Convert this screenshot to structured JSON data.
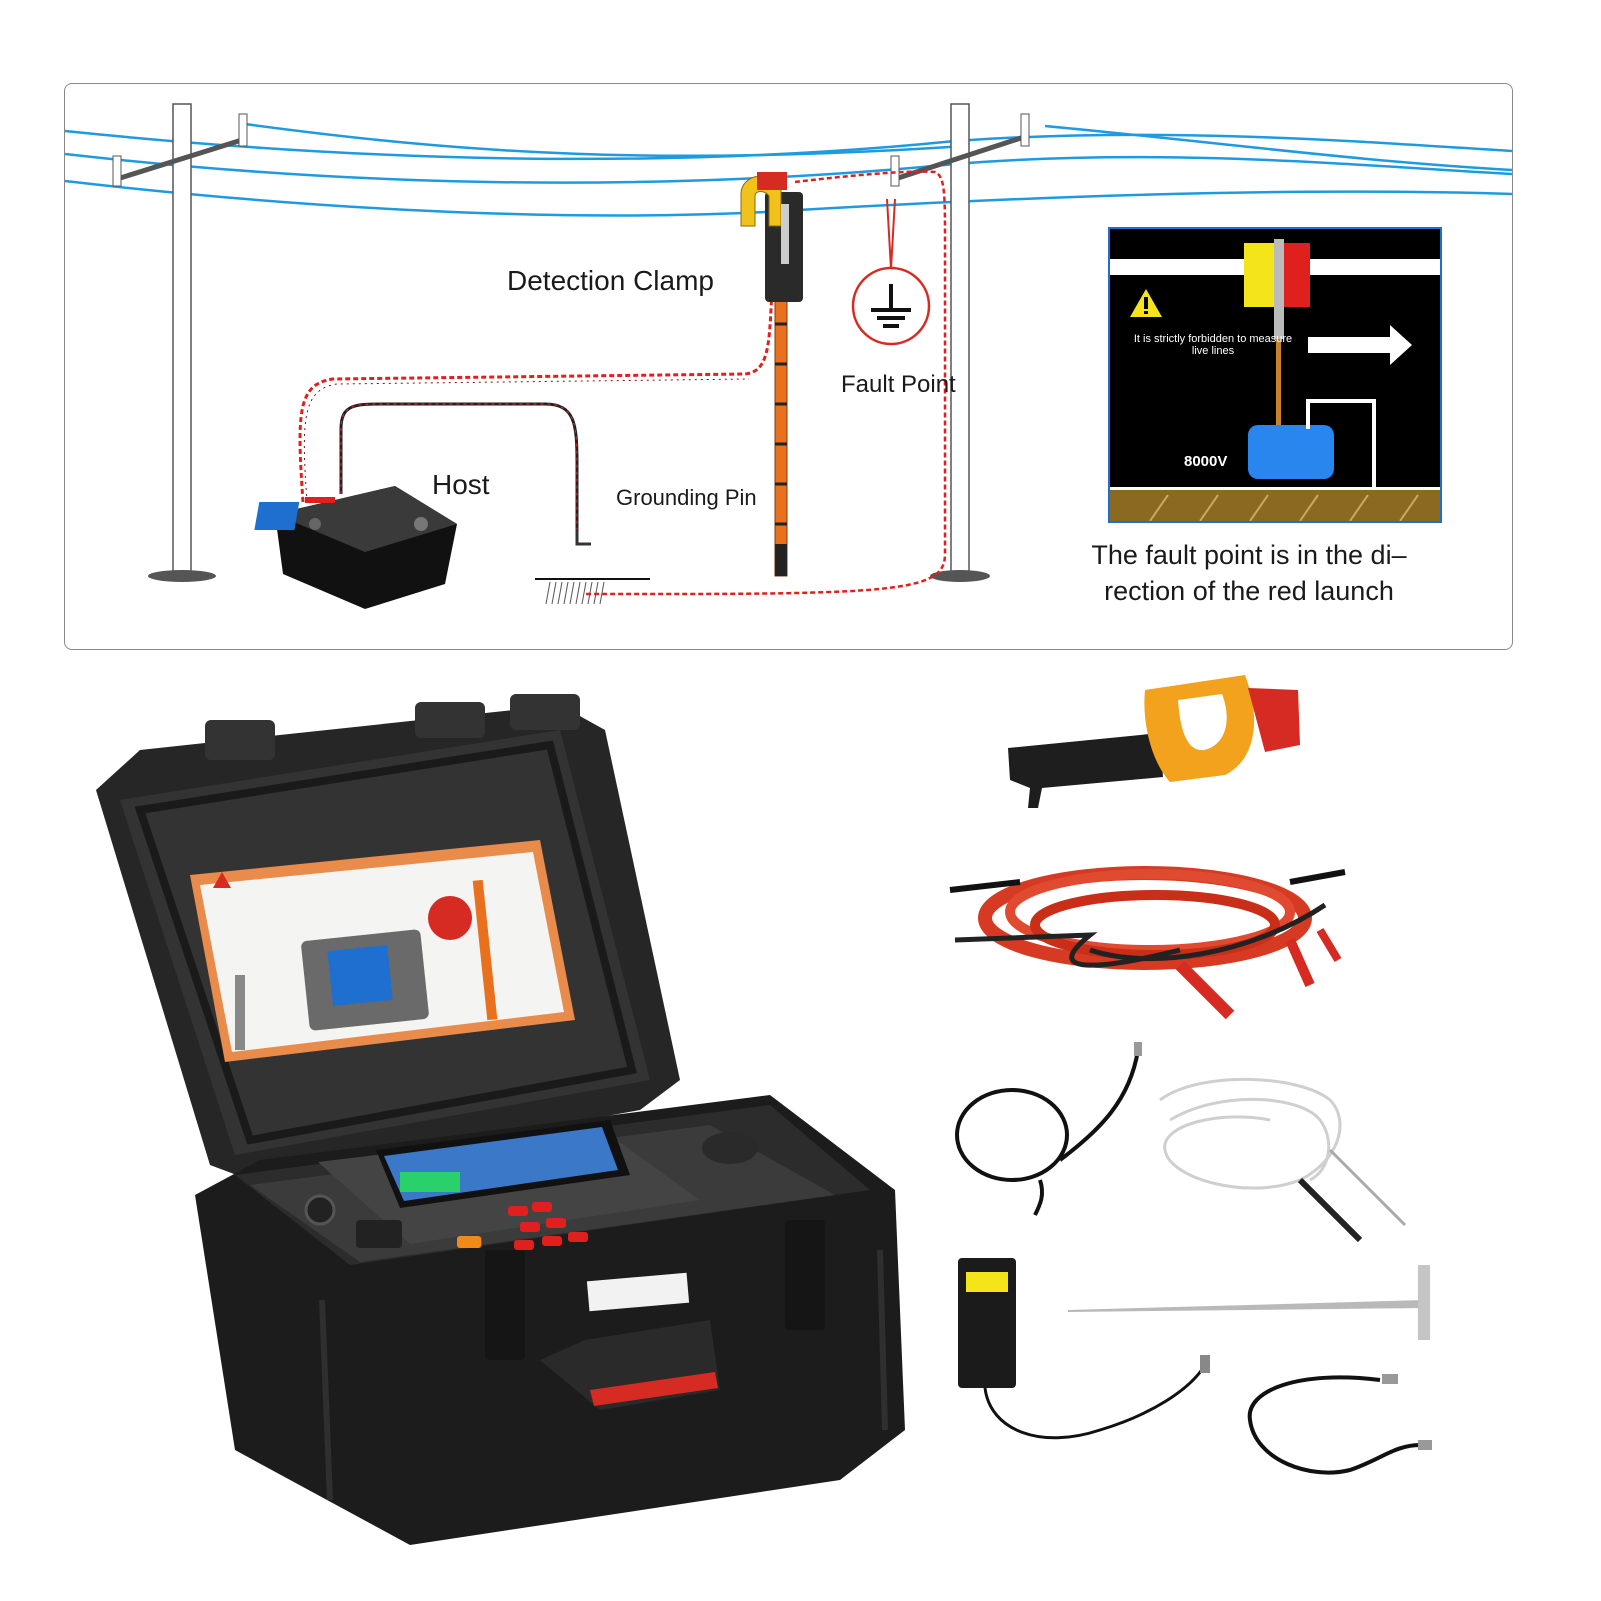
{
  "diagram": {
    "labels": {
      "detection_clamp": "Detection Clamp",
      "fault_point": "Fault Point",
      "host": "Host",
      "grounding_pin": "Grounding Pin"
    },
    "warning": {
      "text": "It is strictly forbidden to measure live lines",
      "voltage": "8000V"
    },
    "caption_lines": [
      "The fault point is in the di–",
      "rection of the red launch"
    ]
  },
  "colors": {
    "power_line": "#1e9be0",
    "test_wire_red": "#e0201e",
    "rod_orange": "#e8701e",
    "clamp_yellow": "#f2c21c",
    "case_black": "#1c1c1c",
    "handle_red": "#d62b22",
    "warning_blue": "#2a86ef",
    "ground_brown": "#8a6a20"
  },
  "icons": [
    "ground-symbol-icon",
    "warning-triangle-icon",
    "arrow-right-icon"
  ]
}
